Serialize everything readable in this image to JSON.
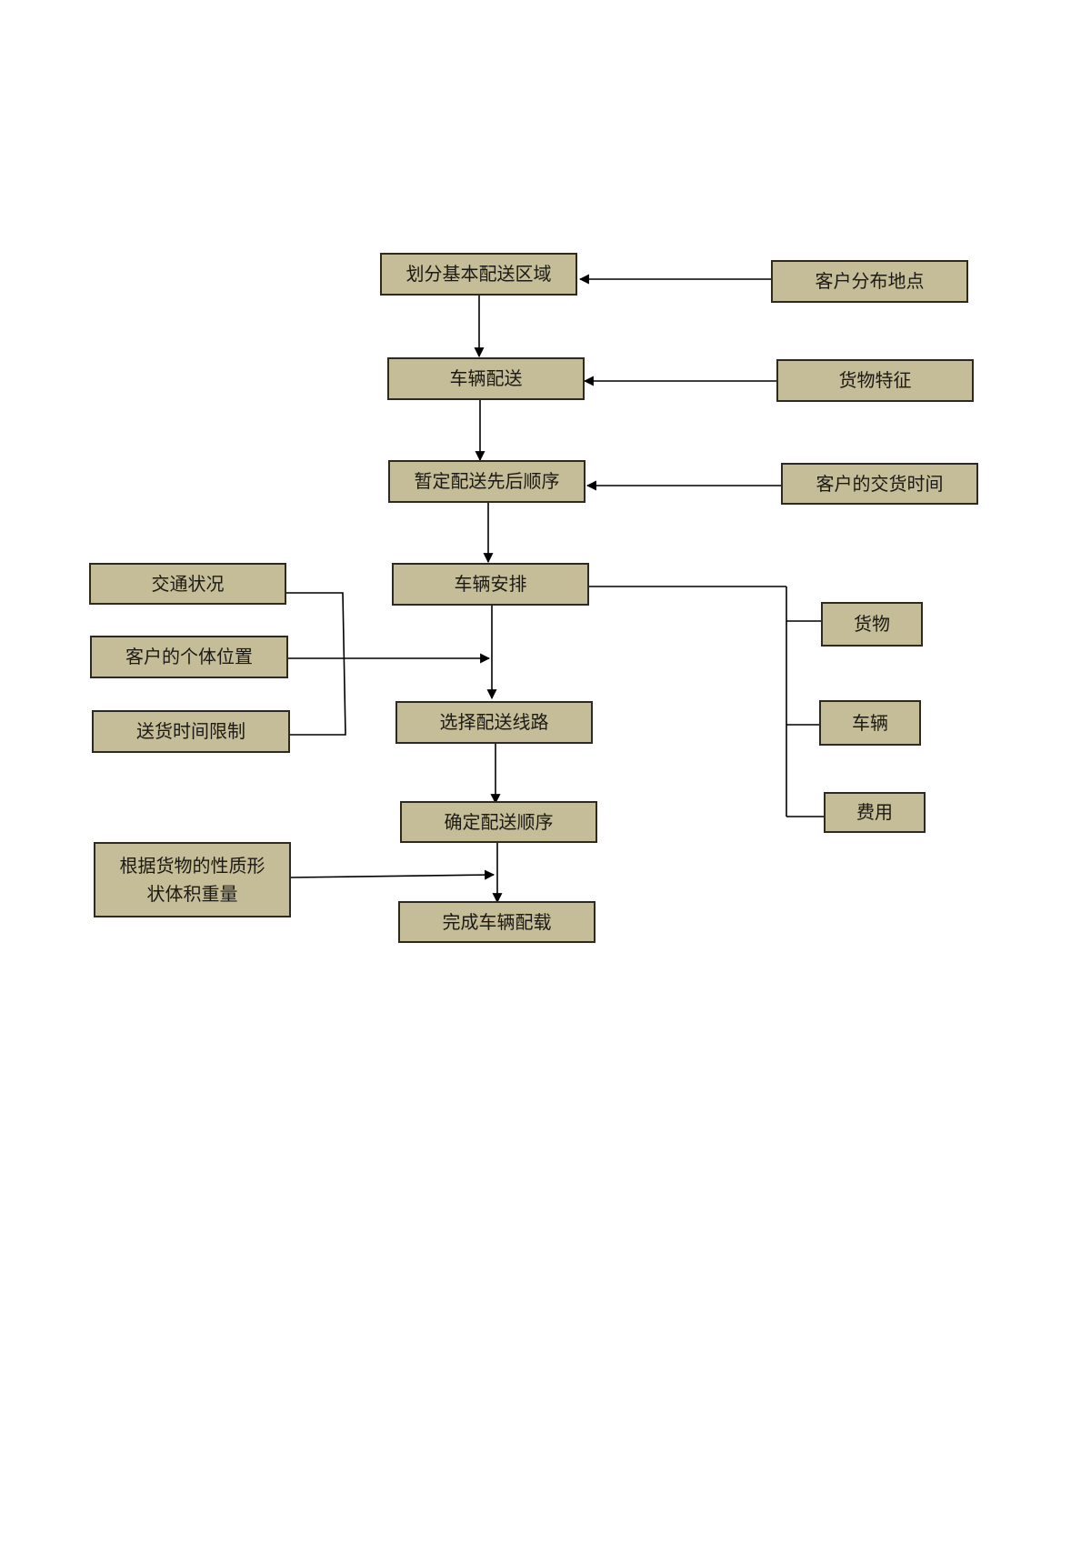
{
  "colors": {
    "box_fill": "#c5bc98",
    "box_border": "#2e2a20",
    "line": "#000000",
    "text": "#1c1a14"
  },
  "main_flow": {
    "step1": "划分基本配送区域",
    "step2": "车辆配送",
    "step3": "暂定配送先后顺序",
    "step4": "车辆安排",
    "step5": "选择配送线路",
    "step6": "确定配送顺序",
    "step7": "完成车辆配载"
  },
  "right_inputs": {
    "customer_locations": "客户分布地点",
    "cargo_features": "货物特征",
    "delivery_time": "客户的交货时间"
  },
  "right_resources": {
    "cargo": "货物",
    "vehicle": "车辆",
    "cost": "费用"
  },
  "left_inputs": {
    "traffic": "交通状况",
    "customer_position": "客户的个体位置",
    "time_limit": "送货时间限制",
    "cargo_properties": "根据货物的性质形状体积重量"
  }
}
